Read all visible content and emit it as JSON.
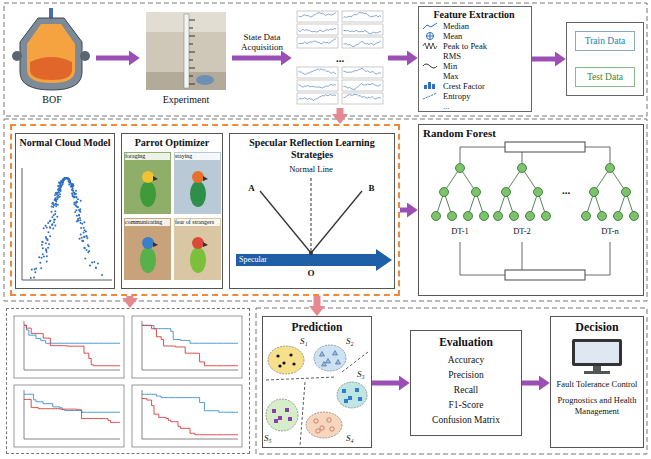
{
  "diagram": {
    "nodes": [
      {
        "text": [
          "BOF"
        ]
      },
      {
        "text": [
          "Experiment"
        ]
      },
      {
        "text": [
          "..."
        ]
      },
      {
        "text": [
          "Feature Extraction",
          "Median",
          "Mean",
          "Peak to Peak",
          "RMS",
          "Min",
          "Max",
          "Crest Factor",
          "Entropy",
          "..."
        ]
      },
      {
        "text": []
      },
      {
        "text": [
          "Train Data"
        ],
        "in": 4
      },
      {
        "text": [
          "Test Data"
        ],
        "in": 4
      },
      {
        "text": []
      },
      {
        "text": [
          "Normal Cloud Model"
        ],
        "in": 7
      },
      {
        "text": [
          "Parrot Optimizer"
        ],
        "in": 7
      },
      {
        "text": [
          "Specular Reflection Learning Strategies"
        ],
        "in": 7
      },
      {
        "text": [
          "Random Forest"
        ]
      },
      {
        "text": []
      },
      {
        "text": [
          "Prediction"
        ]
      },
      {
        "text": [
          "Evaluation",
          "Accuracy",
          "Precision",
          "Recall",
          "F1-Score",
          "Confusion Matrix"
        ]
      },
      {
        "text": [
          "Decision",
          "Fault Tolerance Control",
          "Prognostics and Health Management"
        ]
      }
    ],
    "edges": [
      {
        "from": 0,
        "to": 1,
        "arrow": "to"
      },
      {
        "from": 1,
        "to": 2,
        "label": "State Data Acquisition",
        "arrow": "to"
      },
      {
        "from": 2,
        "to": 3,
        "arrow": "to"
      },
      {
        "from": 3,
        "to": 4,
        "arrow": "to"
      },
      {
        "from": 2,
        "to": 7,
        "arrow": "to"
      },
      {
        "from": 7,
        "to": 11,
        "arrow": "to"
      },
      {
        "from": 7,
        "to": 12,
        "arrow": "to"
      },
      {
        "from": 7,
        "to": 13,
        "arrow": "to"
      },
      {
        "from": 13,
        "to": 14,
        "arrow": "to"
      },
      {
        "from": 14,
        "to": 15,
        "arrow": "to"
      }
    ],
    "labels": [
      "foraging",
      "staying",
      "communicating",
      "fear of strangers",
      "Normal Line",
      "A",
      "B",
      "O",
      "Specular",
      "DT-1",
      "DT-2",
      "...",
      "DT-n",
      "S₁",
      "S₂",
      "S₃",
      "S₄",
      "S₅"
    ]
  }
}
